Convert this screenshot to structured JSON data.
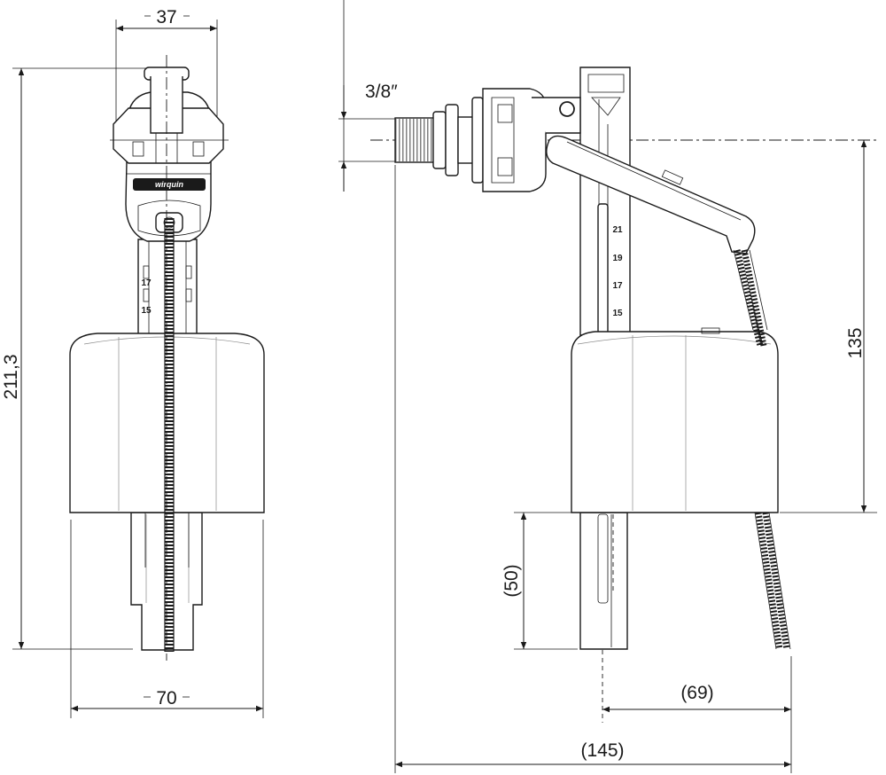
{
  "dimensions": {
    "top_width": "37",
    "bottom_width": "70",
    "total_height": "211,3",
    "thread_size": "3/8″",
    "float_height": "135",
    "lower_offset": "(50)",
    "side_reach": "(69)",
    "overall_length": "(145)"
  },
  "scale_marks": [
    "21",
    "19",
    "17",
    "15"
  ],
  "front_scale_marks": [
    "17",
    "15"
  ],
  "brand_logo": "wirquin",
  "colors": {
    "line": "#1a1a1a",
    "background": "#ffffff"
  }
}
